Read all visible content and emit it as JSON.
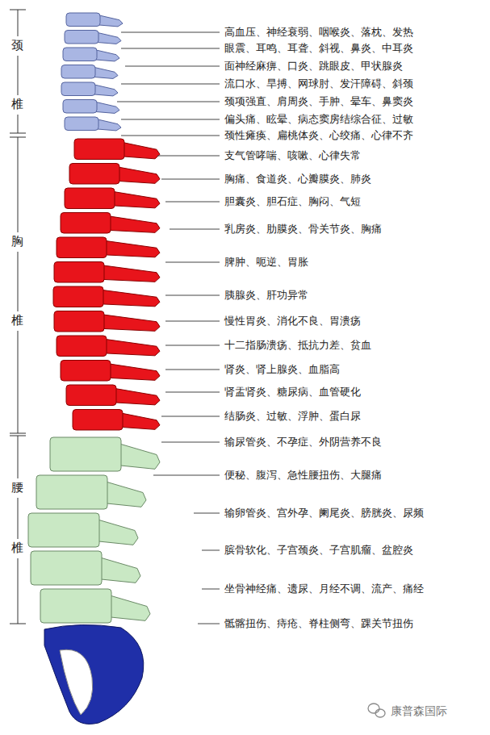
{
  "diagram": {
    "labels": [
      "颈",
      "椎",
      "胸",
      "椎",
      "腰",
      "椎",
      "高血压、神经衰弱、咽喉炎、落枕、发热",
      "眼震、耳鸣、耳聋、斜视、鼻炎、中耳炎",
      "面神经麻痹、口炎、跳眼皮、甲状腺炎",
      "流口水、旱搏、网球肘、发汗障碍、斜颈",
      "颈项强直、肩周炎、手肿、晕车、鼻窦炎",
      "偏头痛、眩晕、病态窦房结综合征、过敏",
      "颈性瘫痪、扁桃体炎、心绞痛、心律不齐",
      "支气管哮喘、咳嗽、心律失常",
      "胸痛、食道炎、心瓣膜炎、肺炎",
      "胆囊炎、胆石症、胸闷、气短",
      "乳房炎、肋膜炎、骨关节炎、胸痛",
      "脾肿、呃逆、胃胀",
      "胰腺炎、肝功异常",
      "慢性胃炎、消化不良、胃溃疡",
      "十二指肠溃疡、抵抗力差、贫血",
      "肾炎、肾上腺炎、血脂高",
      "肾盂肾炎、糖尿病、血管硬化",
      "结肠炎、过敏、浮肿、蛋白尿",
      "输尿管炎、不孕症、外阴营养不良",
      "便秘、腹泻、急性腰扭伤、大腿痛",
      "输卵管炎、宫外孕、阑尾炎、膀胱炎、尿频",
      "膑骨软化、子宫颈炎、子宫肌瘤、盆腔炎",
      "坐骨神经痛、遗尿、月经不调、流产、痛经",
      "骶髂扭伤、痔疮、脊柱侧弯、踝关节扭伤",
      "康普森国际"
    ]
  }
}
